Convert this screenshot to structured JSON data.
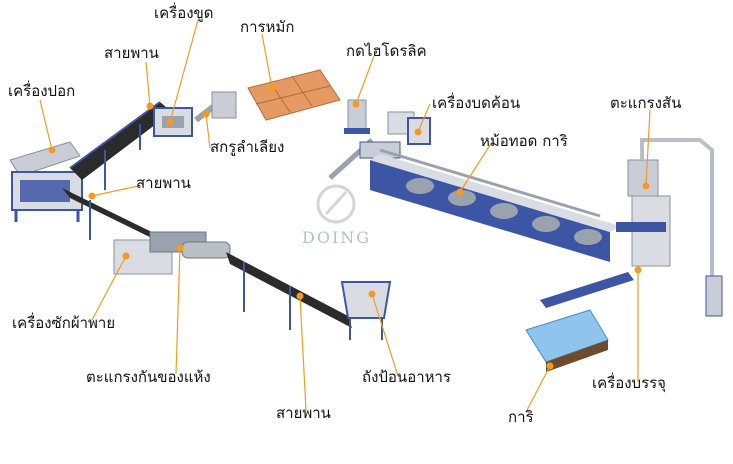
{
  "labels": {
    "machine_peeler": "เครื่องปอก",
    "conveyor_top": "สายพาน",
    "machine_grater": "เครื่องขูด",
    "fermentation": "การหมัก",
    "press_hydraulic": "กดไฮโดรลิค",
    "screw_conveyor": "สกรูลำเลียง",
    "machine_crusher": "เครื่องบดค้อน",
    "screen_short": "ตะแกรงสัน",
    "conveyor_middle": "สายพาน",
    "frying_pan": "หม้อทอด การิ",
    "machine_washer": "เครื่องซักผ้าพาย",
    "dry_screen": "ตะแกรงกันของแห้ง",
    "feed_hopper": "ถังป้อนอาหาร",
    "conveyor_bottom": "สายพาน",
    "packing_machine": "เครื่องบรรจุ",
    "gari": "การิ"
  },
  "brand": "DOING",
  "colors": {
    "frame": "#3d55a5",
    "steel": "#c9ced6",
    "belt": "#2b2b2b",
    "leader": "#f39a1f",
    "dot": "#f39a1f",
    "fermentation_bags": "#e49a62",
    "pallet_bags": "#8fc4ee"
  }
}
